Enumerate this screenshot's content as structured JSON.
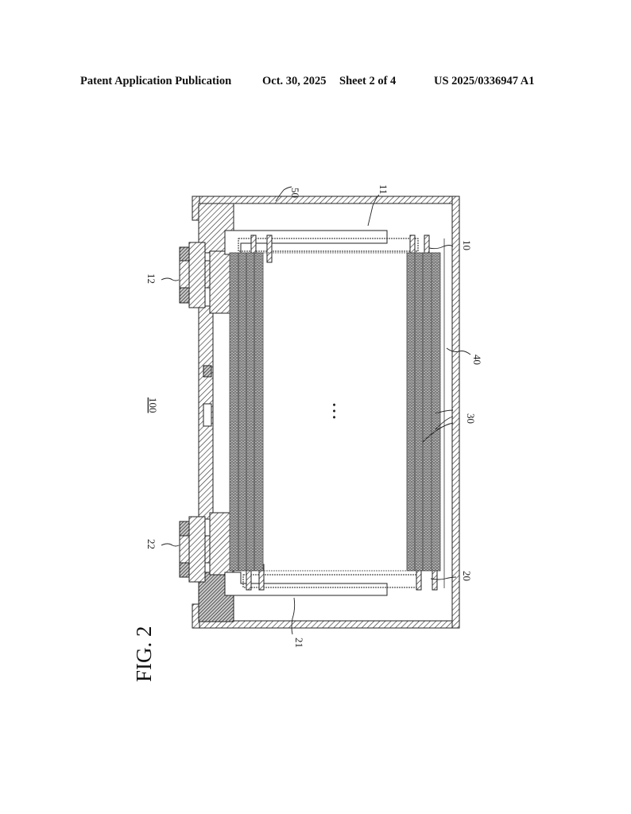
{
  "header": {
    "publication": "Patent Application Publication",
    "date": "Oct. 30, 2025",
    "sheet": "Sheet 2 of 4",
    "number": "US 2025/0336947 A1"
  },
  "figure": {
    "title": "FIG. 2",
    "labels": {
      "case": "50",
      "tab_first": "11",
      "electrode_first": "10",
      "separator": "40",
      "stack": "30",
      "electrode_second": "20",
      "tab_second": "21",
      "terminal_second": "22",
      "terminal_first": "12",
      "device": "100",
      "ellipsis": "• • •"
    }
  }
}
